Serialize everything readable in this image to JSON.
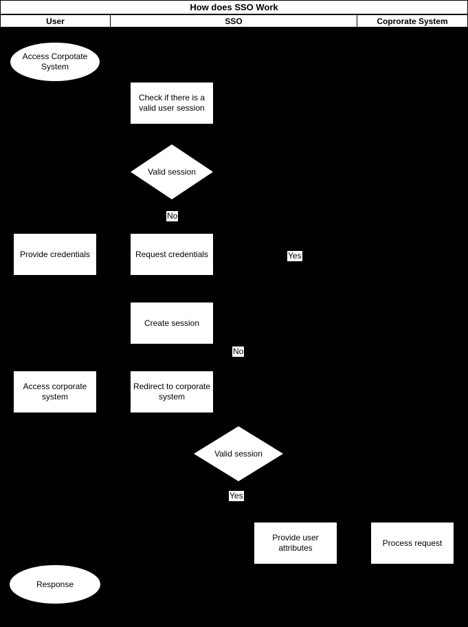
{
  "title": "How does SSO Work",
  "lanes": [
    {
      "label": "User"
    },
    {
      "label": "SSO"
    },
    {
      "label": "Coprorate System"
    }
  ],
  "nodes": {
    "access_corpotate_system": "Access Corpotate System",
    "check_valid_session": "Check if there is a valid user session",
    "valid_session_1": "Valid session",
    "provide_credentials": "Provide credentials",
    "request_credentials": "Request credentials",
    "create_session": "Create session",
    "access_corporate_system": "Access corporate system",
    "redirect_to_corporate_system": "Redirect to corporate system",
    "valid_session_2": "Valid session",
    "provide_user_attributes": "Provide user attributes",
    "process_request": "Process request",
    "response": "Response"
  },
  "edge_labels": {
    "no_1": "No",
    "yes_1": "Yes",
    "no_2": "No",
    "yes_2": "Yes"
  },
  "colors": {
    "background": "#000000",
    "shape_fill": "#ffffff",
    "shape_text": "#000000",
    "header_fill": "#ffffff",
    "border": "#000000"
  }
}
